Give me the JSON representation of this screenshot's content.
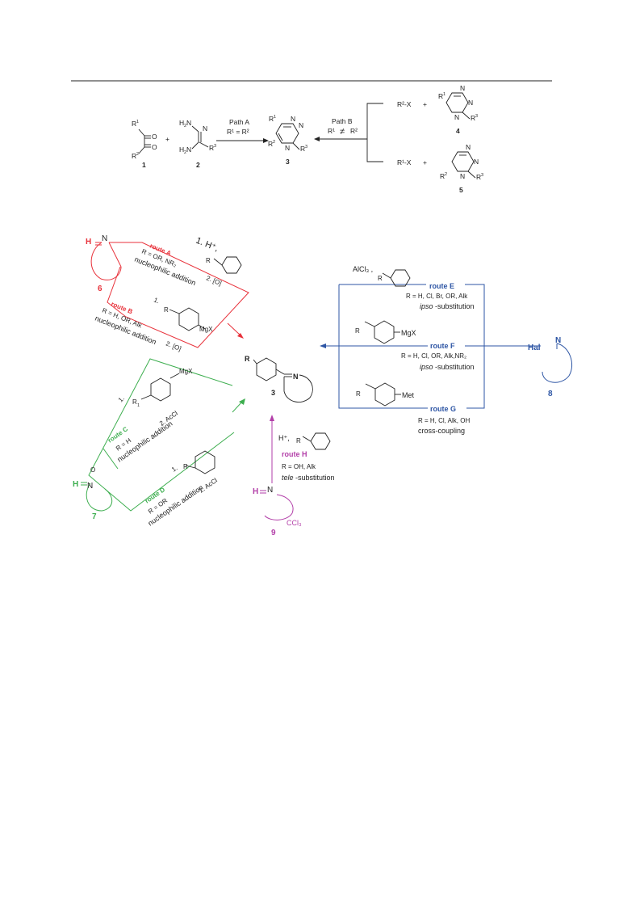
{
  "top_scheme": {
    "compound_1_label": "1",
    "compound_2_label": "2",
    "compound_3_label": "3",
    "compound_4_label": "4",
    "compound_5_label": "5",
    "r1": "R",
    "r1_sup": "1",
    "r2": "R",
    "r2_sup": "2",
    "r3": "R",
    "r3_sup": "3",
    "o": "O",
    "plus": "+",
    "h2n": "H",
    "h2n_sub": "2",
    "h2n_n": "N",
    "n": "N",
    "path_a": "Path A",
    "path_a_cond": "R¹ = R²",
    "path_b": "Path B",
    "path_b_cond_left": "R¹",
    "path_b_cond_right": "R²",
    "neq": "≠",
    "r2x": "R²-X",
    "r1x": "R¹-X"
  },
  "bottom_scheme": {
    "center_label": "3",
    "center_r": "R",
    "center_n": "N",
    "route_a": "route A",
    "route_a_cond": "R = OR, NR₂",
    "route_a_type": "nucleophilic addition",
    "route_a_step1": "1. H⁺,",
    "route_a_step2": "2. [O]",
    "route_b": "route B",
    "route_b_cond": "R = H, OR, Alk",
    "route_b_type": "nucleophilic addition",
    "route_b_step1": "1.",
    "route_b_step2": "2. [O]",
    "route_c": "route C",
    "route_c_cond": "R = H",
    "route_c_type": "nucleophilic addition",
    "route_c_step1": "1.",
    "route_c_step2": "2. AcCl",
    "route_d": "route D",
    "route_d_cond": "R = OR",
    "route_d_type": "nucleophilic addition",
    "route_d_step1": "1.",
    "route_d_step2": "2. AcCl",
    "route_e": "route E",
    "route_e_cond": "R = H, Cl, Br, OR, Alk",
    "route_e_type_it": "ipso",
    "route_e_type": "-substitution",
    "route_e_reagent": "AlCl₃ ,",
    "route_f": "route F",
    "route_f_cond": "R = H, Cl, OR, Alk,NR₂",
    "route_f_type_it": "ipso",
    "route_f_type": "-substitution",
    "route_g": "route G",
    "route_g_cond": "R = H, Cl, Alk, OH",
    "route_g_type": "cross-coupling",
    "route_h": "route H",
    "route_h_cond": "R = OH, Alk",
    "route_h_type_it": "tele",
    "route_h_type": "-substitution",
    "route_h_reagent": "H⁺,",
    "compound_6_label": "6",
    "compound_7_label": "7",
    "compound_8_label": "8",
    "compound_9_label": "9",
    "r": "R",
    "r1": "R",
    "r1_sub": "1",
    "mgx": "MgX",
    "met": "Met",
    "hal": "Hal",
    "h": "H",
    "n": "N",
    "o_minus": "O",
    "ccl3": "CCl₃"
  },
  "colors": {
    "red": "#e8323b",
    "blue": "#2d55a4",
    "green": "#3dae4f",
    "purple": "#b23ea8",
    "black": "#222222"
  }
}
